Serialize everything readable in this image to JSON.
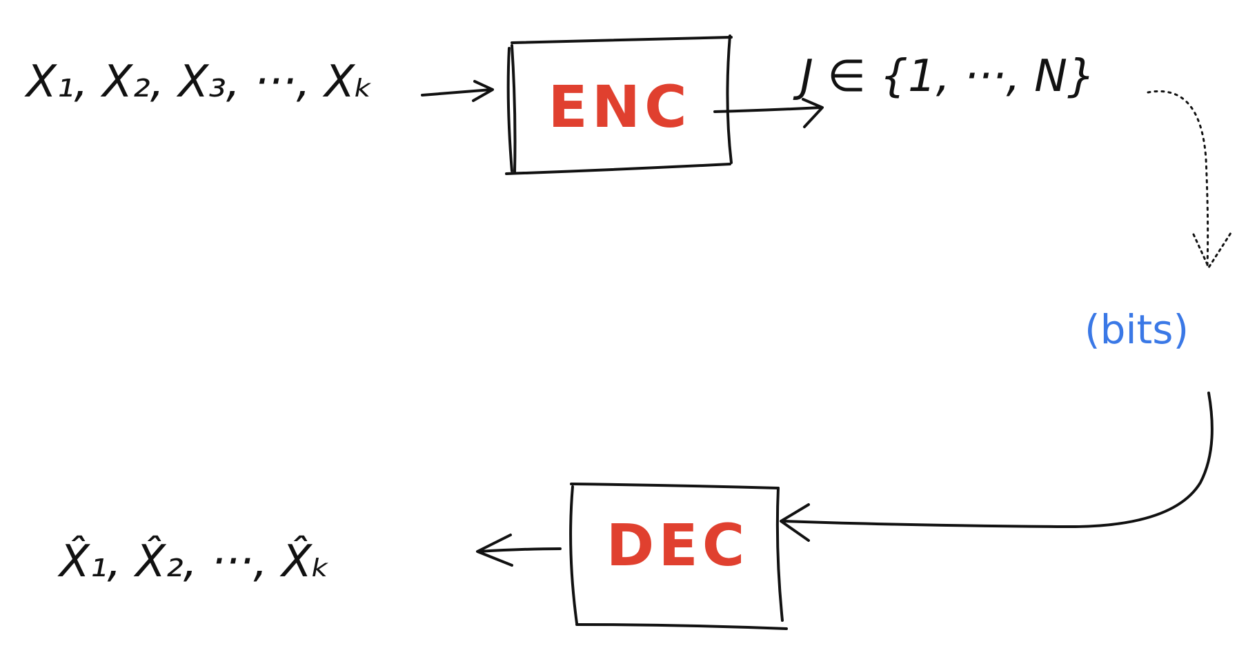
{
  "colors": {
    "ink": "#111111",
    "block_text": "#e0402f",
    "bits_text": "#3a78e6"
  },
  "encoder": {
    "label": "ENC",
    "input": {
      "text": "X₁, X₂, X₃, ···, Xₖ"
    },
    "output": {
      "text": "J ∈ {1, ···, N}"
    }
  },
  "channel": {
    "label": "(bits)"
  },
  "decoder": {
    "label": "DEC",
    "output": {
      "text": "X̂₁, X̂₂, ···, X̂ₖ"
    }
  }
}
